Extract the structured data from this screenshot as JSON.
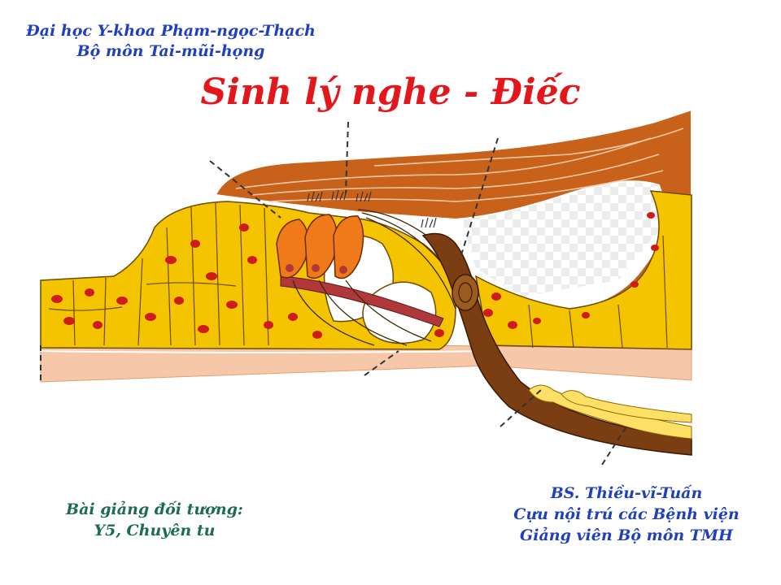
{
  "header": {
    "institution": "Đại học Y-khoa Phạm-ngọc-Thạch",
    "department": "Bộ môn Tai-mũi-họng"
  },
  "title": "Sinh lý nghe - Điếc",
  "audience": {
    "line1": "Bài giảng đối tượng:",
    "line2": "Y5, Chuyên tu"
  },
  "author": {
    "name": "BS. Thiều-vĩ-Tuấn",
    "role1": "Cựu nội trú các Bệnh viện",
    "role2": "Giảng viên Bộ môn TMH"
  },
  "colors": {
    "title": "#e3171b",
    "header_text": "#1f3fbf",
    "audience_text": "#1c6b55",
    "tectorial_membrane": "#c8621a",
    "supporting_cells": "#f5c400",
    "nuclei": "#d11a1a",
    "hair_cells": "#f07a1a",
    "basilar_membrane": "#f6c7a8",
    "nerve": "#7a3e12"
  }
}
